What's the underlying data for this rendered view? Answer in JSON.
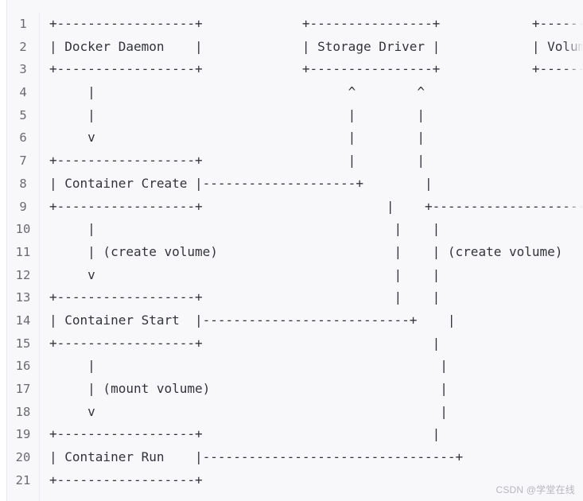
{
  "code_block": {
    "lines": [
      "+------------------+             +----------------+            +-----------------+",
      "| Docker Daemon    |             | Storage Driver |            | Volume Driver   |",
      "+------------------+             +----------------+            +-----------------+",
      "     |                                 ^        ^",
      "     |                                 |        |",
      "     v                                 |        |",
      "+------------------+                   |        |",
      "| Container Create |--------------------+        |",
      "+------------------+                        |    +----------------------",
      "     |                                       |    |",
      "     | (create volume)                       |    | (create volume)",
      "     v                                       |    |",
      "+------------------+                         |    |",
      "| Container Start  |---------------------------+    |",
      "+------------------+                              |",
      "     |                                             |",
      "     | (mount volume)                              |",
      "     v                                             |",
      "+------------------+                              |",
      "| Container Run    |---------------------------------+",
      "+------------------+"
    ],
    "line_numbers": [
      "1",
      "2",
      "3",
      "4",
      "5",
      "6",
      "7",
      "8",
      "9",
      "10",
      "11",
      "12",
      "13",
      "14",
      "15",
      "16",
      "17",
      "18",
      "19",
      "20",
      "21"
    ]
  },
  "watermark": "CSDN @学堂在线"
}
